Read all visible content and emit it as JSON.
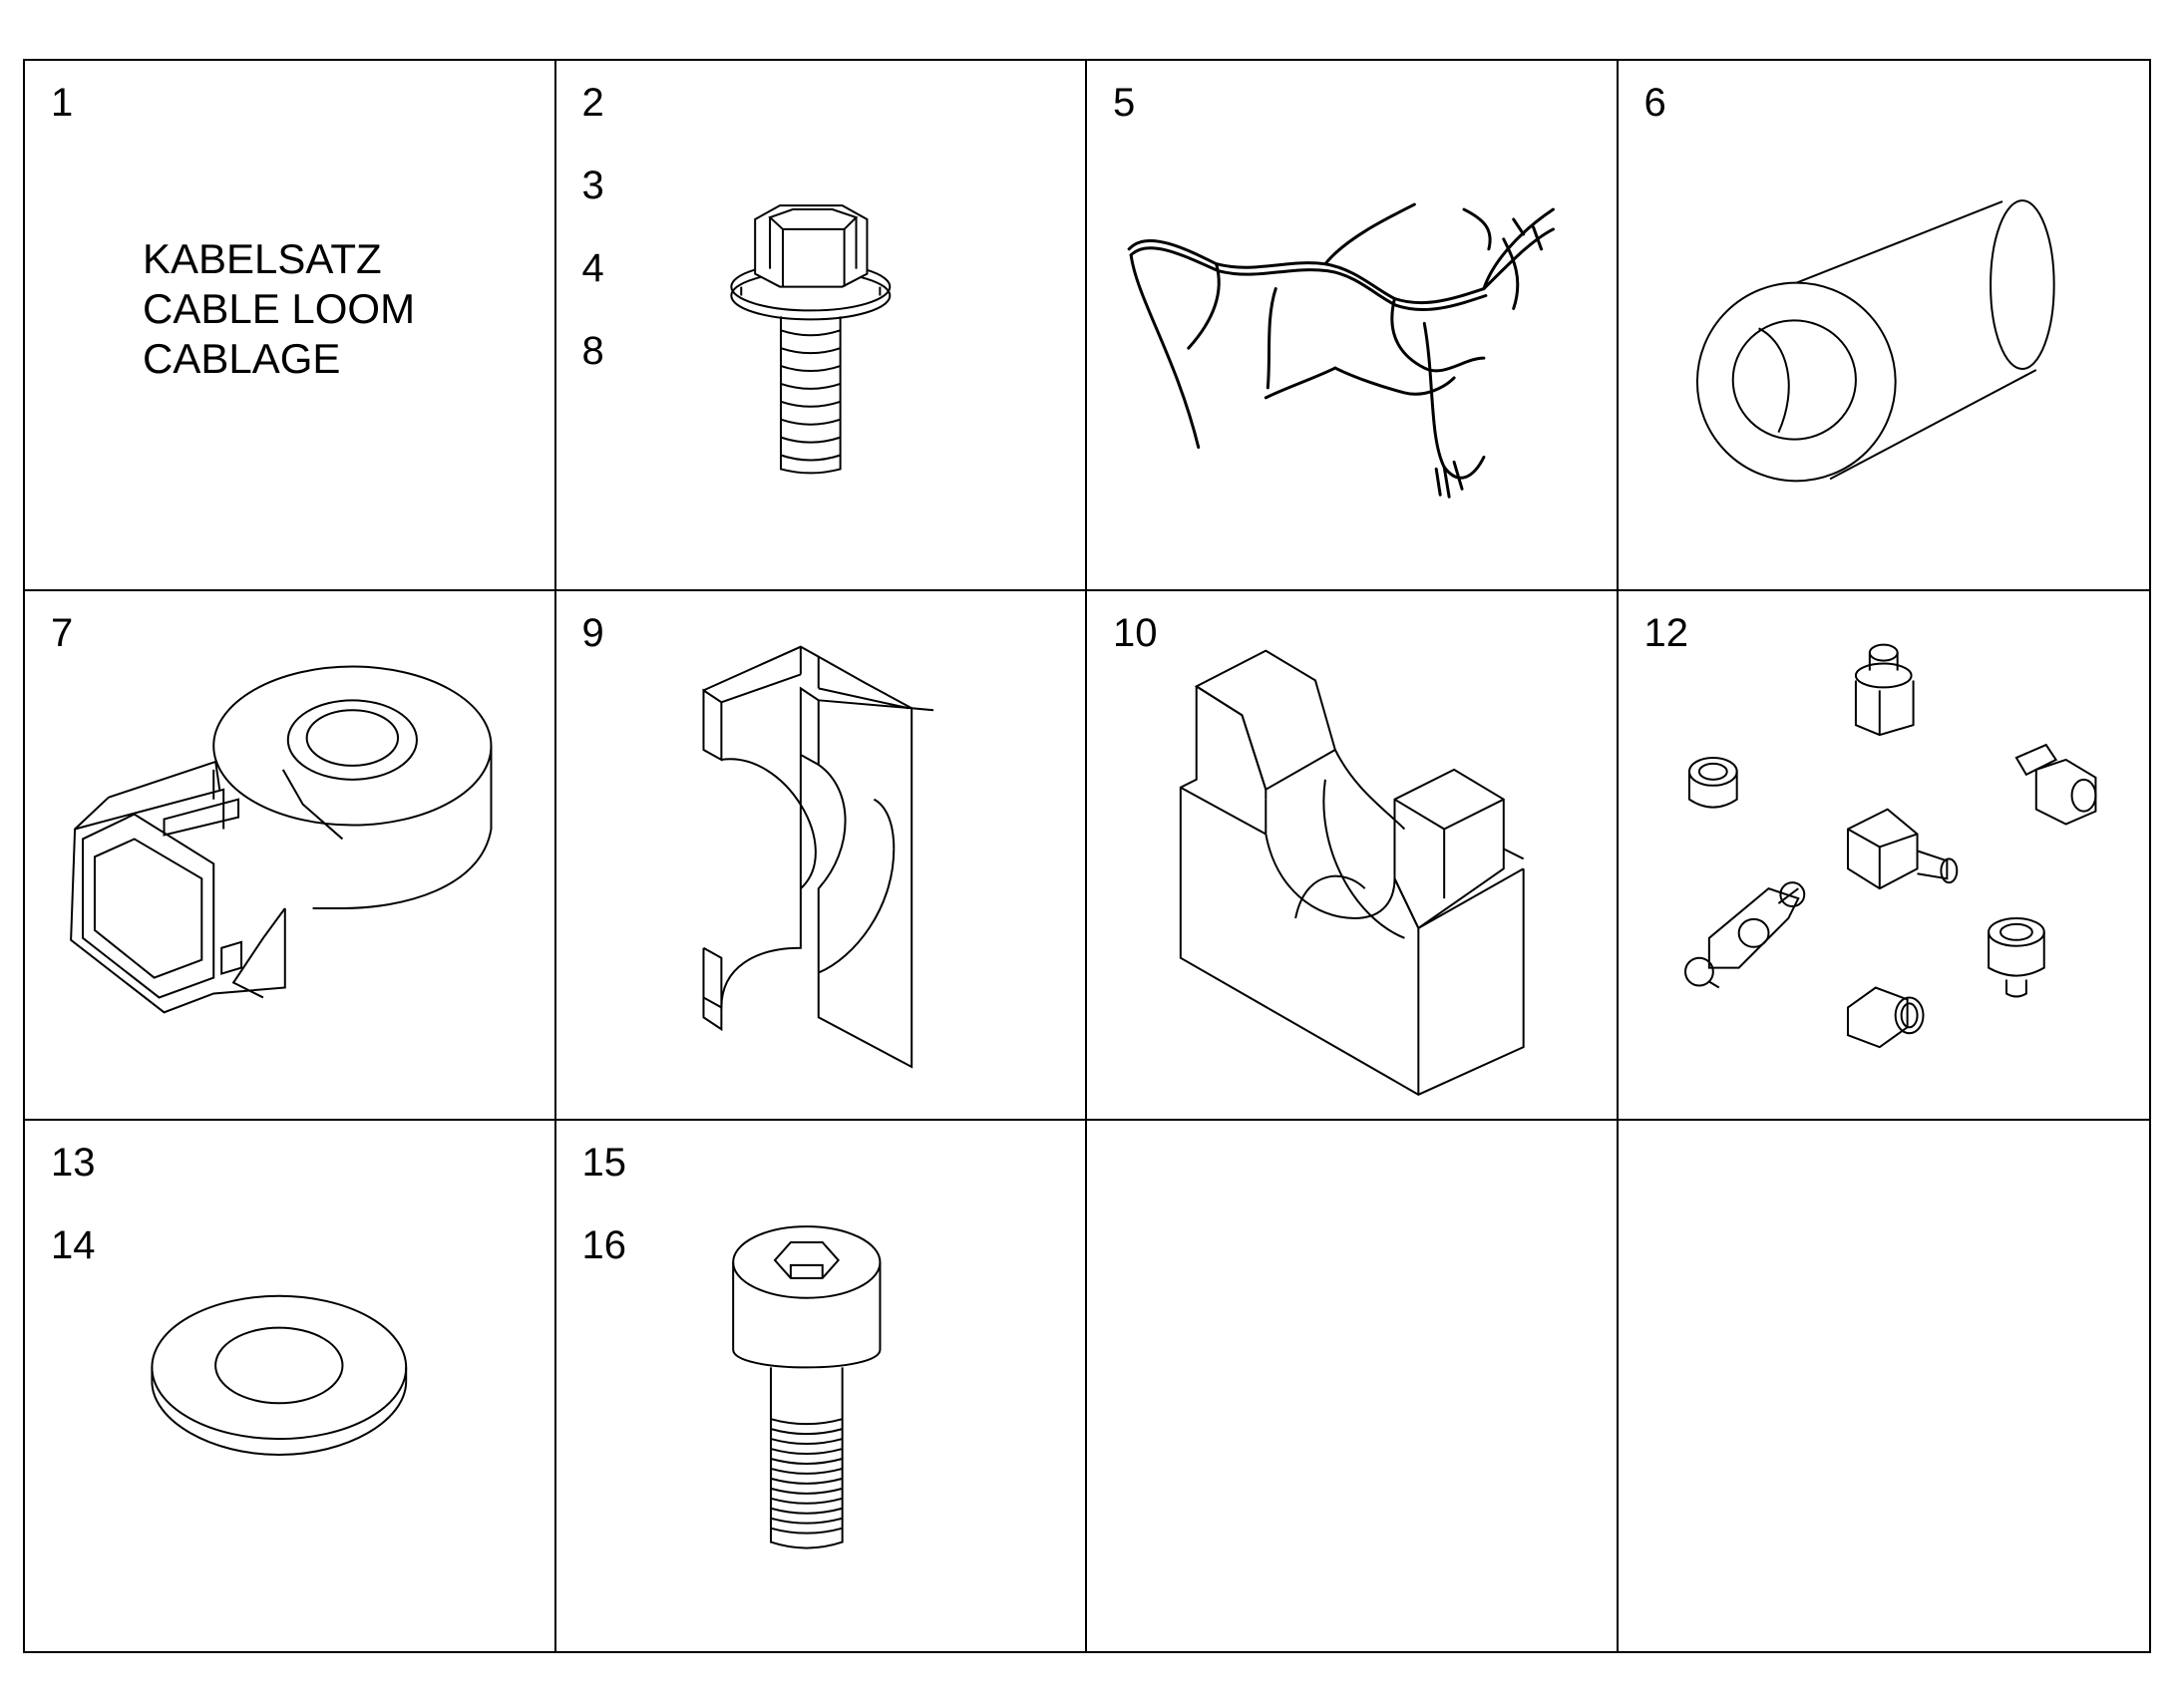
{
  "cells": [
    {
      "id": "c1",
      "numbers": [
        "1"
      ],
      "part": "cable-loom",
      "text": [
        "KABELSATZ",
        "CABLE LOOM",
        "CABLAGE"
      ]
    },
    {
      "id": "c2",
      "numbers": [
        "2",
        "3",
        "4",
        "8"
      ],
      "part": "hex-flange-bolt"
    },
    {
      "id": "c5",
      "numbers": [
        "5"
      ],
      "part": "wire-harness"
    },
    {
      "id": "c6",
      "numbers": [
        "6"
      ],
      "part": "cylindrical-spacer"
    },
    {
      "id": "c7",
      "numbers": [
        "7"
      ],
      "part": "knock-sensor"
    },
    {
      "id": "c9",
      "numbers": [
        "9"
      ],
      "part": "bracket-clip"
    },
    {
      "id": "c10",
      "numbers": [
        "10"
      ],
      "part": "clamp-block"
    },
    {
      "id": "c12",
      "numbers": [
        "12"
      ],
      "part": "fitting-set"
    },
    {
      "id": "c13",
      "numbers": [
        "13",
        "14"
      ],
      "part": "flat-washer"
    },
    {
      "id": "c15",
      "numbers": [
        "15",
        "16"
      ],
      "part": "socket-head-cap-screw"
    },
    {
      "id": "c_empty1",
      "numbers": [],
      "part": ""
    },
    {
      "id": "c_empty2",
      "numbers": [],
      "part": ""
    }
  ]
}
